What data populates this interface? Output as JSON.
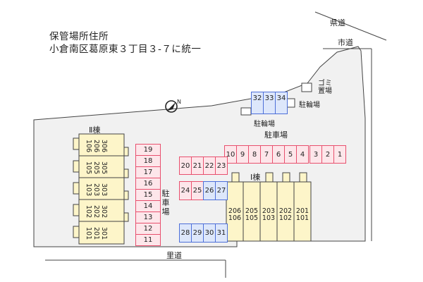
{
  "header": {
    "line1": "保管場所住所",
    "line2": "小倉南区葛原東３丁目３-７に統一"
  },
  "roads": {
    "prefectural": "県道",
    "city": "市道",
    "village": "里道"
  },
  "facilities": {
    "garbage": [
      "ゴミ",
      "置場"
    ],
    "bicycle_top": "駐輪場",
    "bicycle_bottom": "駐輪場",
    "parking_center": "駐車場",
    "parking_left": [
      "駐",
      "車",
      "場"
    ]
  },
  "buildings": {
    "building_ii": {
      "label": "Ⅱ棟",
      "units": [
        [
          "306",
          "206",
          "106"
        ],
        [
          "305",
          "205",
          "105"
        ],
        [
          "303",
          "203",
          "103"
        ],
        [
          "302",
          "202",
          "102"
        ],
        [
          "301",
          "201",
          "101"
        ]
      ]
    },
    "building_i": {
      "label": "Ⅰ棟",
      "units": [
        [
          "206",
          "106"
        ],
        [
          "205",
          "105"
        ],
        [
          "203",
          "103"
        ],
        [
          "202",
          "102"
        ],
        [
          "201",
          "101"
        ]
      ]
    }
  },
  "parking": {
    "left_column": [
      "19",
      "18",
      "17",
      "16",
      "15",
      "14",
      "13",
      "12",
      "11"
    ],
    "top_row_a": [
      "10",
      "9",
      "8",
      "7",
      "6",
      "5",
      "4"
    ],
    "top_row_b": [
      "3",
      "2",
      "1"
    ],
    "middle_row": [
      "20",
      "21",
      "22",
      "23"
    ],
    "pink_row": [
      "24",
      "25"
    ],
    "blue_row": [
      "26",
      "27"
    ],
    "bottom_blue_row": [
      "28",
      "29",
      "30",
      "31"
    ],
    "bicycle_blue": [
      "32",
      "33",
      "34"
    ]
  },
  "colors": {
    "parking_border": "#e8506e",
    "parking_fill": "#fde6ea",
    "blue_border": "#4d6fd8",
    "blue_fill": "#dde7fb",
    "building_fill": "#fdf5c9",
    "lot_fill": "#f1f1f1"
  },
  "icons": {
    "compass": "north-arrow-icon"
  }
}
